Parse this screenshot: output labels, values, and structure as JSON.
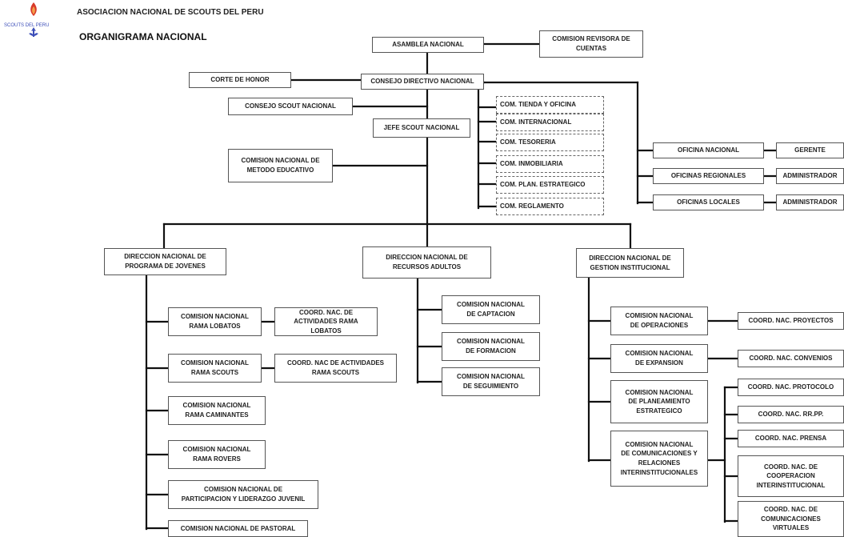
{
  "header": {
    "org_name": "ASOCIACION NACIONAL DE SCOUTS DEL PERU",
    "chart_title": "ORGANIGRAMA NACIONAL",
    "logo_text": "SCOUTS DEL PERU"
  },
  "nodes": {
    "asamblea": "ASAMBLEA NACIONAL",
    "revisora": "COMISION REVISORA DE\nCUENTAS",
    "corte": "CORTE DE HONOR",
    "consejo_directivo": "CONSEJO DIRECTIVO NACIONAL",
    "consejo_scout": "CONSEJO SCOUT NACIONAL",
    "jefe_scout": "JEFE SCOUT NACIONAL",
    "metodo": "COMISION NACIONAL DE\nMETODO EDUCATIVO",
    "oficina_nacional": "OFICINA NACIONAL",
    "oficinas_regionales": "OFICINAS REGIONALES",
    "oficinas_locales": "OFICINAS LOCALES",
    "gerente": "GERENTE",
    "administrador_reg": "ADMINISTRADOR",
    "administrador_loc": "ADMINISTRADOR",
    "dir_jovenes": "DIRECCION NACIONAL DE\nPROGRAMA DE JOVENES",
    "dir_adultos": "DIRECCION NACIONAL DE\nRECURSOS ADULTOS",
    "dir_gestion": "DIRECCION NACIONAL DE\nGESTION INSTITUCIONAL",
    "rama_lobatos": "COMISION NACIONAL\nRAMA LOBATOS",
    "coord_lobatos": "COORD. NAC. DE\nACTIVIDADES RAMA LOBATOS",
    "rama_scouts": "COMISION NACIONAL\nRAMA SCOUTS",
    "coord_scouts": "COORD. NAC DE ACTIVIDADES\nRAMA SCOUTS",
    "rama_caminantes": "COMISION NACIONAL\nRAMA CAMINANTES",
    "rama_rovers": "COMISION NACIONAL\nRAMA ROVERS",
    "participacion": "COMISION NACIONAL DE\nPARTICIPACION Y LIDERAZGO JUVENIL",
    "pastoral": "COMISION NACIONAL DE PASTORAL",
    "captacion": "COMISION NACIONAL\nDE CAPTACION",
    "formacion": "COMISION NACIONAL\nDE FORMACION",
    "seguimiento": "COMISION NACIONAL\nDE SEGUIMIENTO",
    "operaciones": "COMISION NACIONAL\nDE OPERACIONES",
    "expansion": "COMISION NACIONAL\nDE EXPANSION",
    "planeamiento": "COMISION NACIONAL\nDE PLANEAMIENTO\nESTRATEGICO",
    "comunicaciones": "COMISION NACIONAL\nDE COMUNICACIONES Y\nRELACIONES\nINTERINSTITUCIONALES",
    "proyectos": "COORD. NAC. PROYECTOS",
    "convenios": "COORD. NAC. CONVENIOS",
    "protocolo": "COORD. NAC. PROTOCOLO",
    "rrpp": "COORD. NAC. RR.PP.",
    "prensa": "COORD. NAC. PRENSA",
    "cooperacion": "COORD. NAC. DE\nCOOPERACION\nINTERINSTITUCIONAL",
    "com_virtuales": "COORD. NAC. DE\nCOMUNICACIONES\nVIRTUALES"
  },
  "committees": [
    "COM. TIENDA Y OFICINA",
    "COM. INTERNACIONAL",
    "COM. TESORERIA",
    "COM. INMOBILIARIA",
    "COM. PLAN. ESTRATEGICO",
    "COM. REGLAMENTO"
  ],
  "colors": {
    "line": "#111111",
    "box_border": "#555555",
    "logo_flame": "#d83a2a",
    "logo_text": "#3b4db8"
  }
}
